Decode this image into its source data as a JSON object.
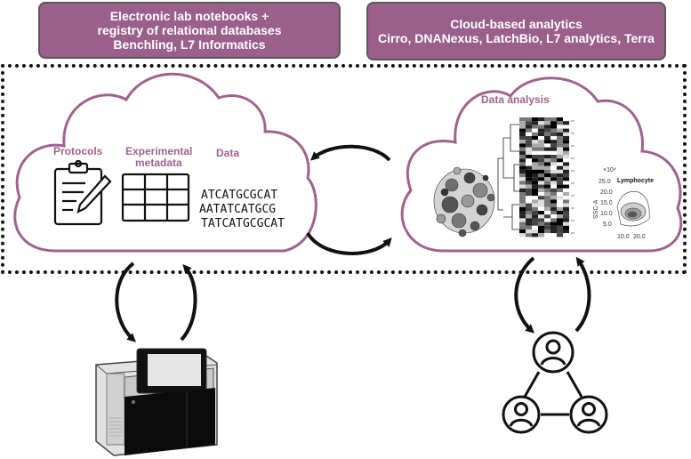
{
  "banners": {
    "left": {
      "line1": "Electronic lab notebooks +",
      "line2": "registry of relational databases",
      "line3": "Benchling, L7 Informatics"
    },
    "right": {
      "line1": "Cloud-based analytics",
      "line2": "Cirro, DNANexus, LatchBio, L7 analytics, Terra"
    }
  },
  "left_cloud": {
    "protocols": "Protocols",
    "experimental_line1": "Experimental",
    "experimental_line2": "metadata",
    "data": "Data",
    "dna_lines": [
      "ATCATGCGCAT",
      "AATATCATGCG",
      "TATCATGCGCAT"
    ]
  },
  "right_cloud": {
    "title": "Data analysis",
    "scatter": {
      "exponent": "×10⁴",
      "gate": "Lymphocyte",
      "ylabel": "SSC-A",
      "y_ticks": [
        "25.0",
        "20.0",
        "15.0",
        "10.0",
        "5.0"
      ],
      "x_ticks": [
        "10.0",
        "20.0"
      ]
    }
  },
  "colors": {
    "accent": "#9a5f8a",
    "cloud_stroke": "#a0628f",
    "banner_border": "#5a5a5a"
  },
  "icons": [
    "clipboard-pen-icon",
    "table-grid-icon",
    "sequencer-instrument-icon",
    "user-network-icon",
    "cycle-arrows-icon"
  ]
}
